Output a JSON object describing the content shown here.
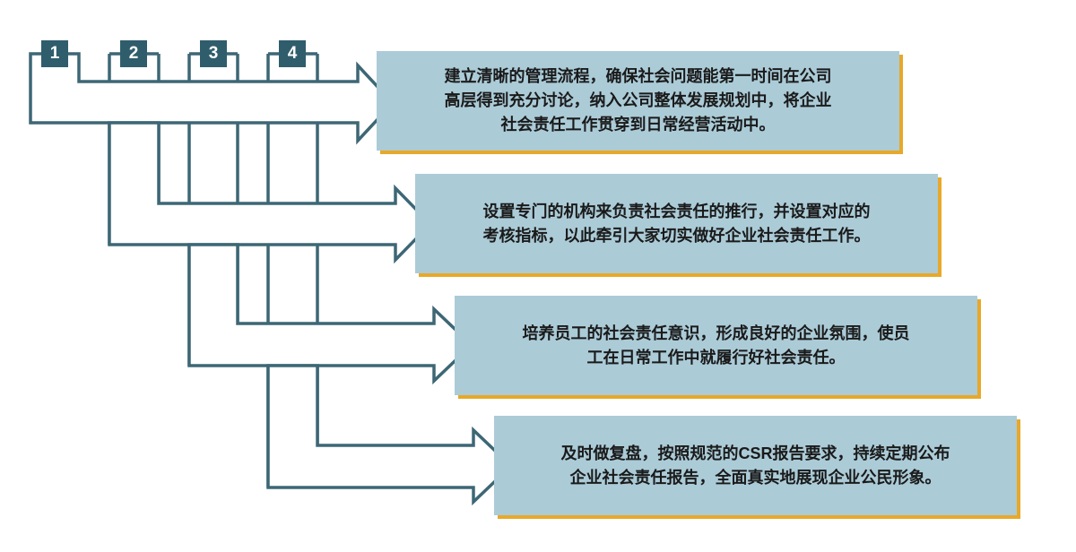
{
  "colors": {
    "stroke": "#3d6775",
    "number_box": "#2f5d6c",
    "card_fill": "#abcbd7",
    "card_shadow": "#e8a828"
  },
  "steps": [
    {
      "number": "1",
      "lines": [
        "建立清晰的管理流程，确保社会问题能第一时间在公司",
        "高层得到充分讨论，纳入公司整体发展规划中，将企业",
        "社会责任工作贯穿到日常经营活动中。"
      ]
    },
    {
      "number": "2",
      "lines": [
        "设置专门的机构来负责社会责任的推行，并设置对应的",
        "考核指标，以此牵引大家切实做好企业社会责任工作。"
      ]
    },
    {
      "number": "3",
      "lines": [
        "培养员工的社会责任意识，形成良好的企业氛围，使员",
        "工在日常工作中就履行好社会责任。"
      ]
    },
    {
      "number": "4",
      "lines_parts": {
        "pre": "及时做复盘，按照规范的",
        "csr": "CSR",
        "post": "报告要求，持续定期公布"
      },
      "lines": [
        "企业社会责任报告，全面真实地展现企业公民形象。"
      ]
    }
  ]
}
